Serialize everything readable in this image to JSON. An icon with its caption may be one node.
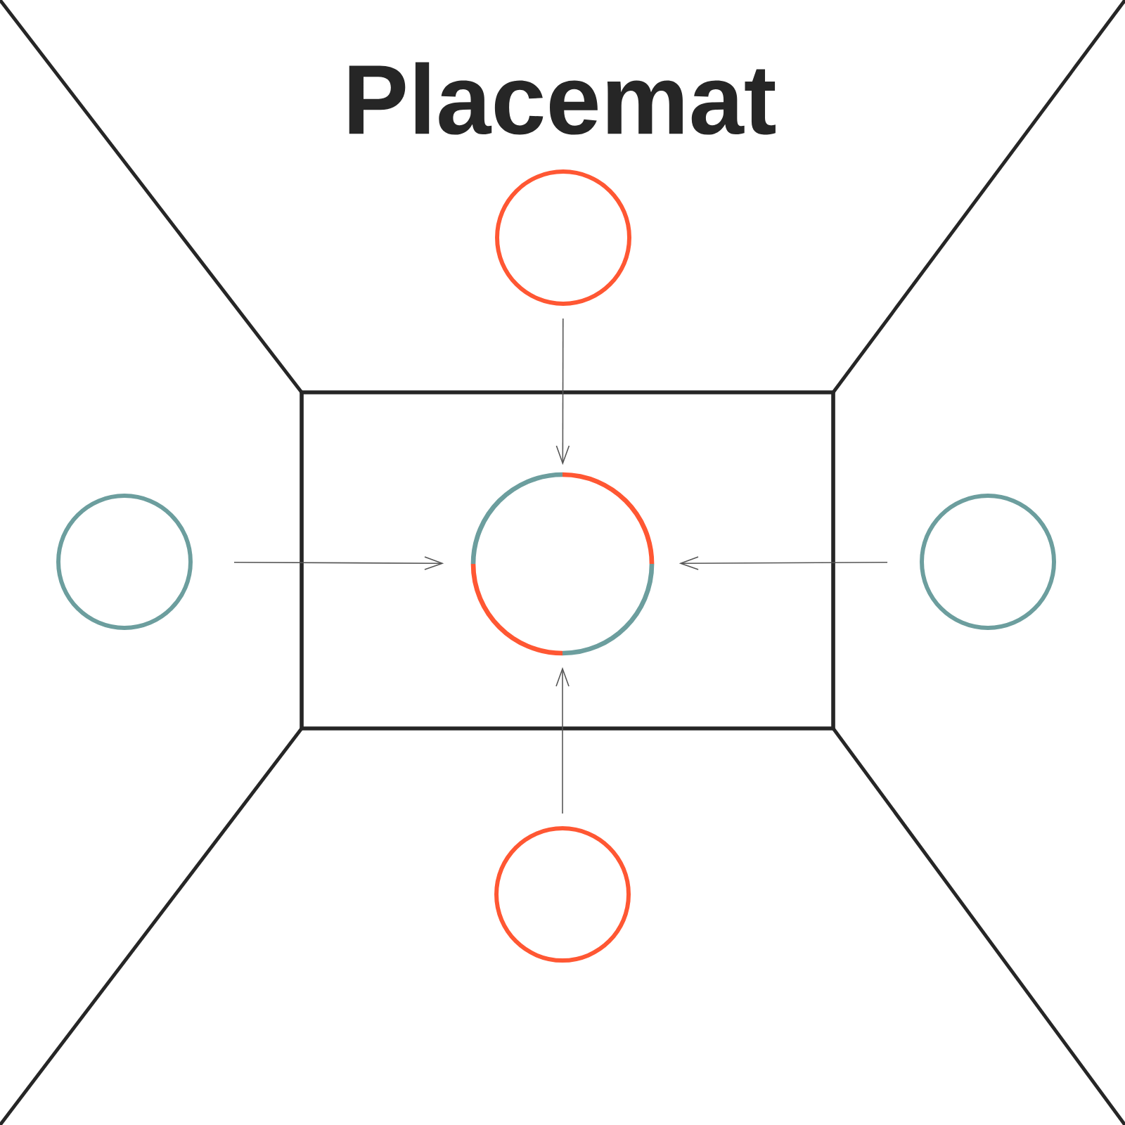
{
  "diagram": {
    "title": "Placemat",
    "nodes": [
      {
        "text": [],
        "shape": "circle"
      },
      {
        "text": [],
        "shape": "box"
      },
      {
        "text": [],
        "shape": "circle"
      },
      {
        "text": [],
        "shape": "circle",
        "in": 1
      },
      {
        "text": [],
        "shape": "circle"
      },
      {
        "text": [],
        "shape": "circle"
      }
    ],
    "edges": [
      {
        "from": 0,
        "to": 3,
        "arrow": "to"
      },
      {
        "from": 2,
        "to": 3,
        "arrow": "to"
      },
      {
        "from": 4,
        "to": 3,
        "arrow": "to"
      },
      {
        "from": 5,
        "to": 3,
        "arrow": "to"
      }
    ]
  }
}
